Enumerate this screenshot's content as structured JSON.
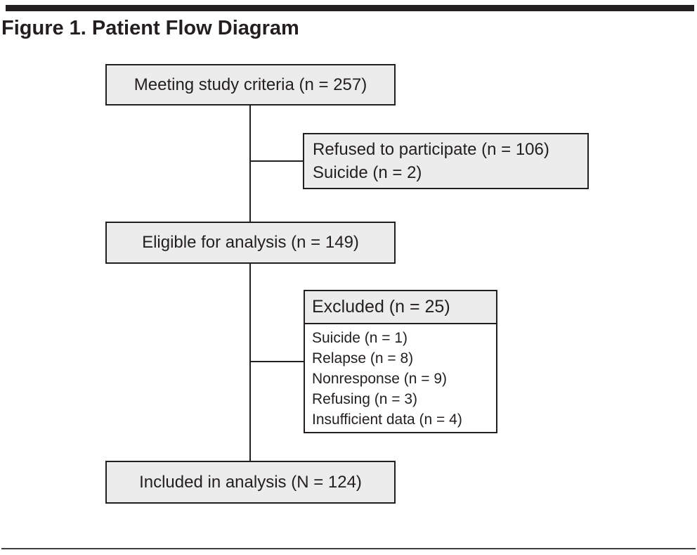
{
  "title": "Figure 1. Patient Flow Diagram",
  "nodes": {
    "meeting": {
      "label": "Meeting study criteria (n = 257)"
    },
    "refused": {
      "lines": [
        "Refused to participate (n = 106)",
        "Suicide (n = 2)"
      ]
    },
    "eligible": {
      "label": "Eligible for analysis (n = 149)"
    },
    "excluded": {
      "header": "Excluded (n = 25)",
      "items": [
        "Suicide (n = 1)",
        "Relapse (n = 8)",
        "Nonresponse (n = 9)",
        "Refusing (n = 3)",
        "Insufficient data (n = 4)"
      ]
    },
    "included": {
      "label": "Included in analysis (N = 124)"
    }
  },
  "colors": {
    "box_fill": "#ececec",
    "box_border": "#231f20",
    "text": "#231f20",
    "top_bar": "#231f20",
    "bottom_rule": "#3f3f3f"
  }
}
